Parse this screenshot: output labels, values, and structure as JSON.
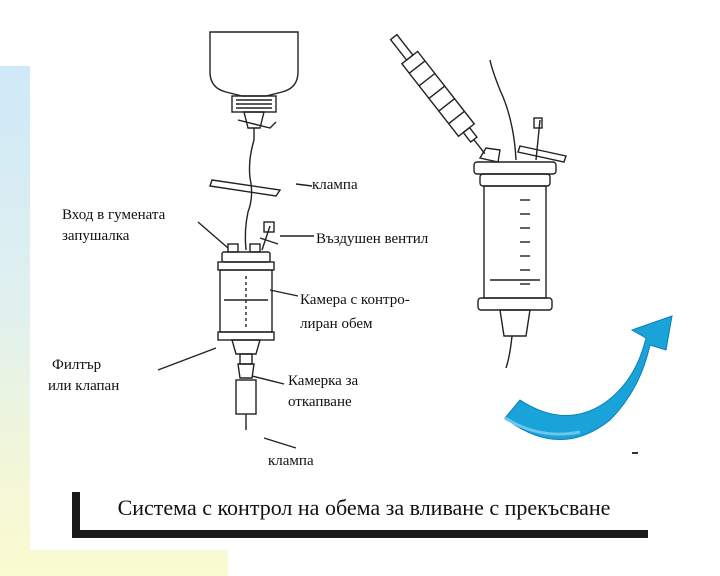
{
  "labels": {
    "clamp_top": "клампа",
    "rubber_inlet_line1": "Вход в гумената",
    "rubber_inlet_line2": "запушалка",
    "air_valve": "Въздушен вентил",
    "chamber_line1": "Камера с контро-",
    "chamber_line2": "лиран обем",
    "filter_line1": "Филтър",
    "filter_line2": "или клапан",
    "drip_line1": "Камерка за",
    "drip_line2": "откапване",
    "clamp_bottom": "клампа"
  },
  "caption": "Система с контрол на обема за вливане с прекъсване",
  "colors": {
    "arrow": "#1aa3d8",
    "arrow_dark": "#0b7fb8",
    "band_top": "#cfe9f8",
    "band_bottom": "#fbfbd0"
  }
}
